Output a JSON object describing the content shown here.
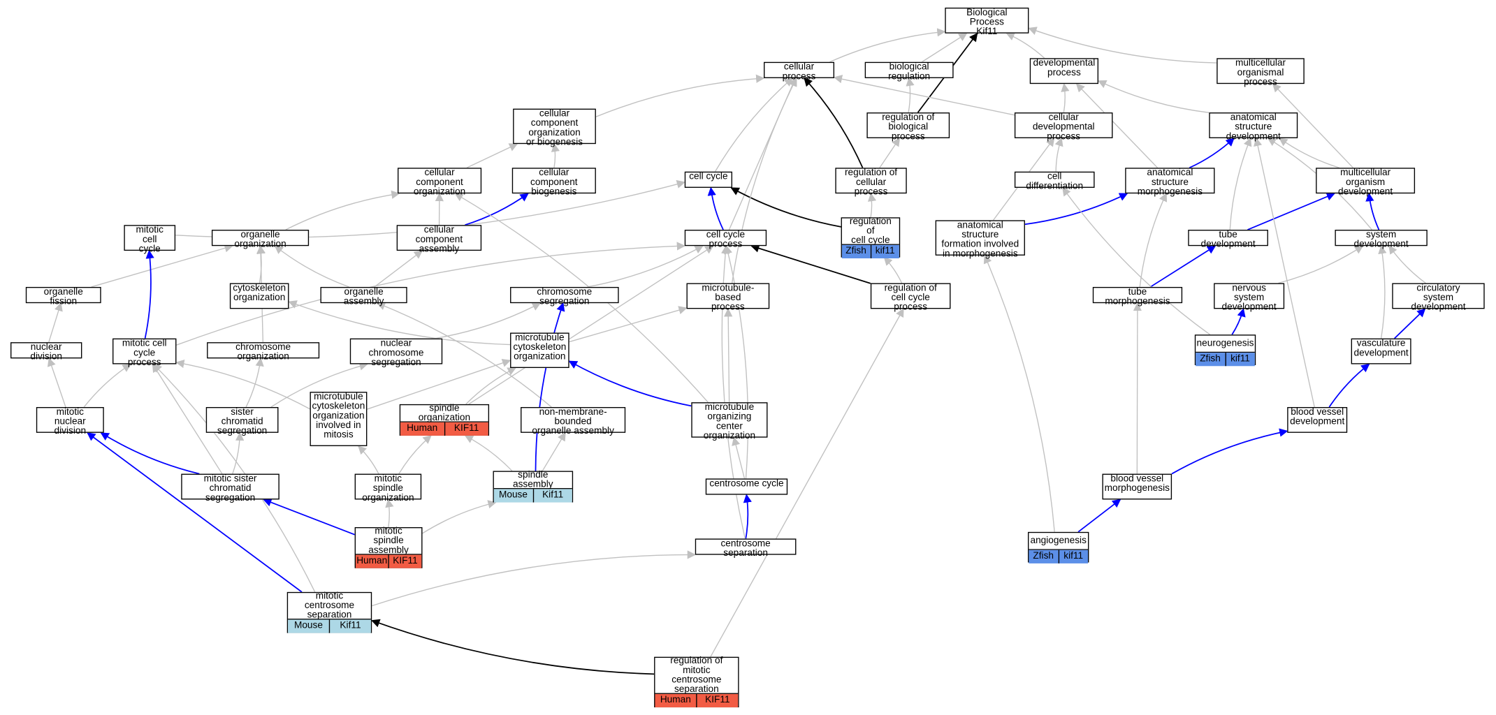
{
  "colors": {
    "default_edge": "#c0c0c0",
    "ortholog_edge": "#0000ff",
    "regulation_edge": "#000000",
    "Human": "#f25c44",
    "Mouse": "#add8e6",
    "Zfish": "#5c8fe8"
  },
  "nodes": {
    "bp": {
      "label": "Biological Process\nKif11"
    },
    "cp": {
      "label": "cellular process"
    },
    "br": {
      "label": "biological regulation"
    },
    "dp": {
      "label": "developmental\nprocess"
    },
    "mop": {
      "label": "multicellular\norganismal process"
    },
    "ccob": {
      "label": "cellular component\norganization\nor biogenesis"
    },
    "rbp": {
      "label": "regulation of\nbiological process"
    },
    "cdp": {
      "label": "cellular developmental\nprocess"
    },
    "asd": {
      "label": "anatomical structure\ndevelopment"
    },
    "cco": {
      "label": "cellular component\norganization"
    },
    "ccb": {
      "label": "cellular component\nbiogenesis"
    },
    "cc": {
      "label": "cell cycle"
    },
    "rcp": {
      "label": "regulation of\ncellular process"
    },
    "cd": {
      "label": "cell differentiation"
    },
    "asm": {
      "label": "anatomical structure\nmorphogenesis"
    },
    "mod": {
      "label": "multicellular\norganism development"
    },
    "mcc": {
      "label": "mitotic cell\ncycle"
    },
    "oo": {
      "label": "organelle organization"
    },
    "cca": {
      "label": "cellular component\nassembly"
    },
    "ccp": {
      "label": "cell cycle process"
    },
    "rcc": {
      "label": "regulation of\ncell cycle",
      "annot": [
        "Zfish",
        "kif11"
      ]
    },
    "asfm": {
      "label": "anatomical structure\nformation involved\nin morphogenesis"
    },
    "td": {
      "label": "tube development"
    },
    "sd": {
      "label": "system development"
    },
    "of": {
      "label": "organelle fission"
    },
    "co": {
      "label": "cytoskeleton\norganization"
    },
    "oa": {
      "label": "organelle assembly"
    },
    "cs": {
      "label": "chromosome segregation"
    },
    "mbp": {
      "label": "microtubule-based\nprocess"
    },
    "rccp": {
      "label": "regulation of\ncell cycle process"
    },
    "tm": {
      "label": "tube morphogenesis"
    },
    "nsd": {
      "label": "nervous system\ndevelopment"
    },
    "csd": {
      "label": "circulatory\nsystem development"
    },
    "nd": {
      "label": "nuclear division"
    },
    "mccp": {
      "label": "mitotic cell\ncycle process"
    },
    "chro": {
      "label": "chromosome organization"
    },
    "ncs": {
      "label": "nuclear chromosome\nsegregation"
    },
    "mco": {
      "label": "microtubule\ncytoskeleton\norganization"
    },
    "ng": {
      "label": "neurogenesis",
      "annot": [
        "Zfish",
        "kif11"
      ]
    },
    "vd": {
      "label": "vasculature\ndevelopment"
    },
    "mnd": {
      "label": "mitotic nuclear\ndivision"
    },
    "scs": {
      "label": "sister chromatid\nsegregation"
    },
    "mcoim": {
      "label": "microtubule\ncytoskeleton\norganization\ninvolved in\nmitosis"
    },
    "so": {
      "label": "spindle organization",
      "annot": [
        "Human",
        "KIF11"
      ]
    },
    "nmboa": {
      "label": "non-membrane-bounded\norganelle assembly"
    },
    "moco": {
      "label": "microtubule\norganizing center\norganization"
    },
    "bvd": {
      "label": "blood vessel\ndevelopment"
    },
    "mscs": {
      "label": "mitotic sister\nchromatid segregation"
    },
    "mso": {
      "label": "mitotic spindle\norganization"
    },
    "sa": {
      "label": "spindle assembly",
      "annot": [
        "Mouse",
        "Kif11"
      ]
    },
    "csc": {
      "label": "centrosome cycle"
    },
    "bvm": {
      "label": "blood vessel\nmorphogenesis"
    },
    "msa": {
      "label": "mitotic spindle\nassembly",
      "annot": [
        "Human",
        "KIF11"
      ]
    },
    "csep": {
      "label": "centrosome separation"
    },
    "ag": {
      "label": "angiogenesis",
      "annot": [
        "Zfish",
        "kif11"
      ]
    },
    "mcs": {
      "label": "mitotic centrosome\nseparation",
      "annot": [
        "Mouse",
        "Kif11"
      ]
    },
    "rmcs": {
      "label": "regulation of\nmitotic centrosome\nseparation",
      "annot": [
        "Human",
        "KIF11"
      ]
    }
  },
  "edges": [
    {
      "from": "cp",
      "to": "bp",
      "kind": "is_a"
    },
    {
      "from": "br",
      "to": "bp",
      "kind": "is_a"
    },
    {
      "from": "dp",
      "to": "bp",
      "kind": "is_a"
    },
    {
      "from": "mop",
      "to": "bp",
      "kind": "is_a"
    },
    {
      "from": "rbp",
      "to": "bp",
      "kind": "regulates"
    },
    {
      "from": "rbp",
      "to": "br",
      "kind": "is_a"
    },
    {
      "from": "ccob",
      "to": "cp",
      "kind": "is_a"
    },
    {
      "from": "cdp",
      "to": "cp",
      "kind": "is_a"
    },
    {
      "from": "cdp",
      "to": "dp",
      "kind": "is_a"
    },
    {
      "from": "asd",
      "to": "dp",
      "kind": "is_a"
    },
    {
      "from": "cco",
      "to": "ccob",
      "kind": "is_a"
    },
    {
      "from": "ccb",
      "to": "ccob",
      "kind": "is_a"
    },
    {
      "from": "cc",
      "to": "cp",
      "kind": "is_a"
    },
    {
      "from": "rcp",
      "to": "rbp",
      "kind": "is_a"
    },
    {
      "from": "rcp",
      "to": "cp",
      "kind": "regulates"
    },
    {
      "from": "cd",
      "to": "cdp",
      "kind": "is_a"
    },
    {
      "from": "asm",
      "to": "dp",
      "kind": "is_a"
    },
    {
      "from": "asm",
      "to": "asd",
      "kind": "part_of"
    },
    {
      "from": "mod",
      "to": "asd",
      "kind": "is_a"
    },
    {
      "from": "mod",
      "to": "mop",
      "kind": "is_a"
    },
    {
      "from": "mcc",
      "to": "cc",
      "kind": "is_a"
    },
    {
      "from": "oo",
      "to": "cco",
      "kind": "is_a"
    },
    {
      "from": "cca",
      "to": "cco",
      "kind": "is_a"
    },
    {
      "from": "cca",
      "to": "ccb",
      "kind": "part_of"
    },
    {
      "from": "ccp",
      "to": "cc",
      "kind": "part_of"
    },
    {
      "from": "ccp",
      "to": "cp",
      "kind": "is_a"
    },
    {
      "from": "rcc",
      "to": "rcp",
      "kind": "is_a"
    },
    {
      "from": "rcc",
      "to": "cc",
      "kind": "regulates"
    },
    {
      "from": "asfm",
      "to": "cdp",
      "kind": "is_a"
    },
    {
      "from": "asfm",
      "to": "asm",
      "kind": "part_of"
    },
    {
      "from": "td",
      "to": "asd",
      "kind": "is_a"
    },
    {
      "from": "td",
      "to": "mod",
      "kind": "part_of"
    },
    {
      "from": "sd",
      "to": "asd",
      "kind": "is_a"
    },
    {
      "from": "sd",
      "to": "mod",
      "kind": "part_of"
    },
    {
      "from": "of",
      "to": "oo",
      "kind": "is_a"
    },
    {
      "from": "co",
      "to": "oo",
      "kind": "is_a"
    },
    {
      "from": "oa",
      "to": "oo",
      "kind": "is_a"
    },
    {
      "from": "oa",
      "to": "cca",
      "kind": "is_a"
    },
    {
      "from": "cs",
      "to": "ccp",
      "kind": "is_a"
    },
    {
      "from": "mbp",
      "to": "cp",
      "kind": "is_a"
    },
    {
      "from": "rccp",
      "to": "ccp",
      "kind": "regulates"
    },
    {
      "from": "rccp",
      "to": "rcc",
      "kind": "is_a"
    },
    {
      "from": "tm",
      "to": "asm",
      "kind": "is_a"
    },
    {
      "from": "tm",
      "to": "td",
      "kind": "part_of"
    },
    {
      "from": "nsd",
      "to": "sd",
      "kind": "is_a"
    },
    {
      "from": "csd",
      "to": "sd",
      "kind": "is_a"
    },
    {
      "from": "nd",
      "to": "of",
      "kind": "is_a"
    },
    {
      "from": "mccp",
      "to": "mcc",
      "kind": "part_of"
    },
    {
      "from": "mccp",
      "to": "ccp",
      "kind": "is_a"
    },
    {
      "from": "chro",
      "to": "oo",
      "kind": "is_a"
    },
    {
      "from": "ncs",
      "to": "cs",
      "kind": "is_a"
    },
    {
      "from": "mco",
      "to": "co",
      "kind": "is_a"
    },
    {
      "from": "mco",
      "to": "mbp",
      "kind": "is_a"
    },
    {
      "from": "ng",
      "to": "nsd",
      "kind": "part_of"
    },
    {
      "from": "ng",
      "to": "cd",
      "kind": "is_a"
    },
    {
      "from": "vd",
      "to": "csd",
      "kind": "part_of"
    },
    {
      "from": "vd",
      "to": "sd",
      "kind": "is_a"
    },
    {
      "from": "mnd",
      "to": "mccp",
      "kind": "is_a"
    },
    {
      "from": "mnd",
      "to": "nd",
      "kind": "is_a"
    },
    {
      "from": "scs",
      "to": "chro",
      "kind": "is_a"
    },
    {
      "from": "scs",
      "to": "ncs",
      "kind": "is_a"
    },
    {
      "from": "mcoim",
      "to": "mco",
      "kind": "is_a"
    },
    {
      "from": "mcoim",
      "to": "mccp",
      "kind": "is_a"
    },
    {
      "from": "so",
      "to": "mco",
      "kind": "is_a"
    },
    {
      "from": "so",
      "to": "ccp",
      "kind": "is_a"
    },
    {
      "from": "nmboa",
      "to": "oa",
      "kind": "is_a"
    },
    {
      "from": "moco",
      "to": "mco",
      "kind": "part_of"
    },
    {
      "from": "moco",
      "to": "mbp",
      "kind": "is_a"
    },
    {
      "from": "moco",
      "to": "cco",
      "kind": "is_a"
    },
    {
      "from": "bvd",
      "to": "vd",
      "kind": "part_of"
    },
    {
      "from": "bvd",
      "to": "asd",
      "kind": "is_a"
    },
    {
      "from": "mscs",
      "to": "scs",
      "kind": "is_a"
    },
    {
      "from": "mscs",
      "to": "mnd",
      "kind": "part_of"
    },
    {
      "from": "mscs",
      "to": "mccp",
      "kind": "is_a"
    },
    {
      "from": "mso",
      "to": "mcoim",
      "kind": "is_a"
    },
    {
      "from": "mso",
      "to": "so",
      "kind": "is_a"
    },
    {
      "from": "sa",
      "to": "nmboa",
      "kind": "is_a"
    },
    {
      "from": "sa",
      "to": "so",
      "kind": "is_a"
    },
    {
      "from": "sa",
      "to": "cs",
      "kind": "part_of"
    },
    {
      "from": "csc",
      "to": "moco",
      "kind": "is_a"
    },
    {
      "from": "csc",
      "to": "ccp",
      "kind": "is_a"
    },
    {
      "from": "bvm",
      "to": "bvd",
      "kind": "part_of"
    },
    {
      "from": "bvm",
      "to": "tm",
      "kind": "is_a"
    },
    {
      "from": "msa",
      "to": "mso",
      "kind": "is_a"
    },
    {
      "from": "msa",
      "to": "sa",
      "kind": "is_a"
    },
    {
      "from": "msa",
      "to": "mscs",
      "kind": "part_of"
    },
    {
      "from": "csep",
      "to": "csc",
      "kind": "part_of"
    },
    {
      "from": "csep",
      "to": "ccp",
      "kind": "is_a"
    },
    {
      "from": "ag",
      "to": "bvm",
      "kind": "part_of"
    },
    {
      "from": "ag",
      "to": "asfm",
      "kind": "is_a"
    },
    {
      "from": "mcs",
      "to": "csep",
      "kind": "is_a"
    },
    {
      "from": "mcs",
      "to": "mnd",
      "kind": "part_of"
    },
    {
      "from": "mcs",
      "to": "mccp",
      "kind": "is_a"
    },
    {
      "from": "rmcs",
      "to": "mcs",
      "kind": "regulates"
    },
    {
      "from": "rmcs",
      "to": "rccp",
      "kind": "is_a"
    }
  ]
}
